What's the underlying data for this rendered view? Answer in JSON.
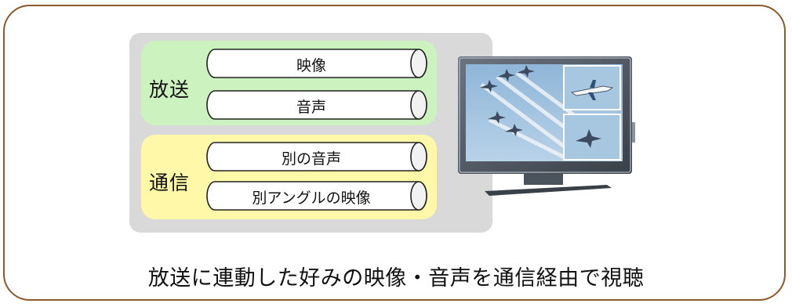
{
  "colors": {
    "frame_border": "#8a5a2b",
    "panel_bg": "#d9d9d9",
    "broadcast_bg": "#ccf2c0",
    "comm_bg": "#fff8a8"
  },
  "groups": {
    "broadcast": {
      "label": "放送",
      "channels": [
        "映像",
        "音声"
      ]
    },
    "comm": {
      "label": "通信",
      "channels": [
        "別の音声",
        "別アングルの映像"
      ]
    }
  },
  "tv": {
    "icon": "television-icon"
  },
  "caption": "放送に連動した好みの映像・音声を通信経由で視聴"
}
